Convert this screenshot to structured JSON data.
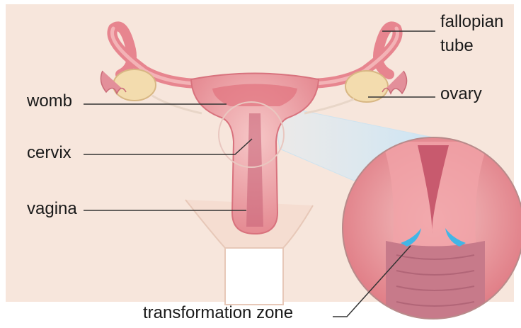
{
  "labels": {
    "womb": "womb",
    "cervix": "cervix",
    "vagina": "vagina",
    "fallopian": "fallopian",
    "tube": "tube",
    "ovary": "ovary",
    "transformation_zone": "transformation zone"
  },
  "colors": {
    "background": "#f7e6dc",
    "tissue": "#e58a92",
    "tissue_light": "#f2b9b9",
    "ovary": "#f3dcae",
    "transformation_zone": "#41b6e6",
    "leader_line": "#333333"
  }
}
